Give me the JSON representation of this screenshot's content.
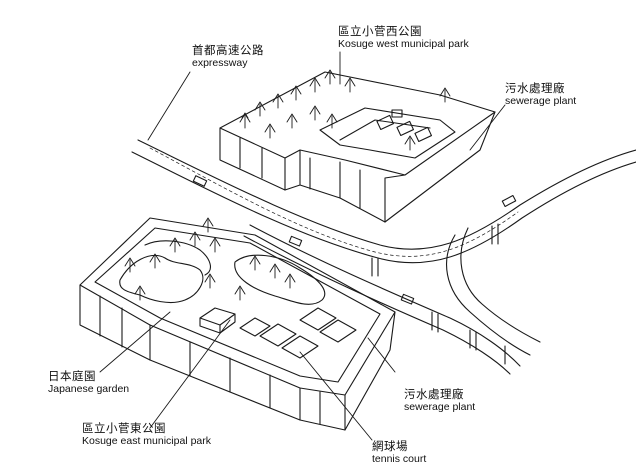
{
  "labels": {
    "expressway": {
      "zh": "首都高速公路",
      "en": "expressway"
    },
    "west_park": {
      "zh": "區立小菅西公園",
      "en": "Kosuge west municipal park"
    },
    "sewerage_top": {
      "zh": "污水處理廠",
      "en": "sewerage plant"
    },
    "japanese_garden": {
      "zh": "日本庭園",
      "en": "Japanese garden"
    },
    "sewerage_bottom": {
      "zh": "污水處理廠",
      "en": "sewerage plant"
    },
    "east_park": {
      "zh": "區立小菅東公園",
      "en": "Kosuge east municipal park"
    },
    "tennis": {
      "zh": "網球場",
      "en": "tennis court"
    }
  },
  "colors": {
    "ink": "#1a1a1a",
    "paper": "#ffffff"
  }
}
